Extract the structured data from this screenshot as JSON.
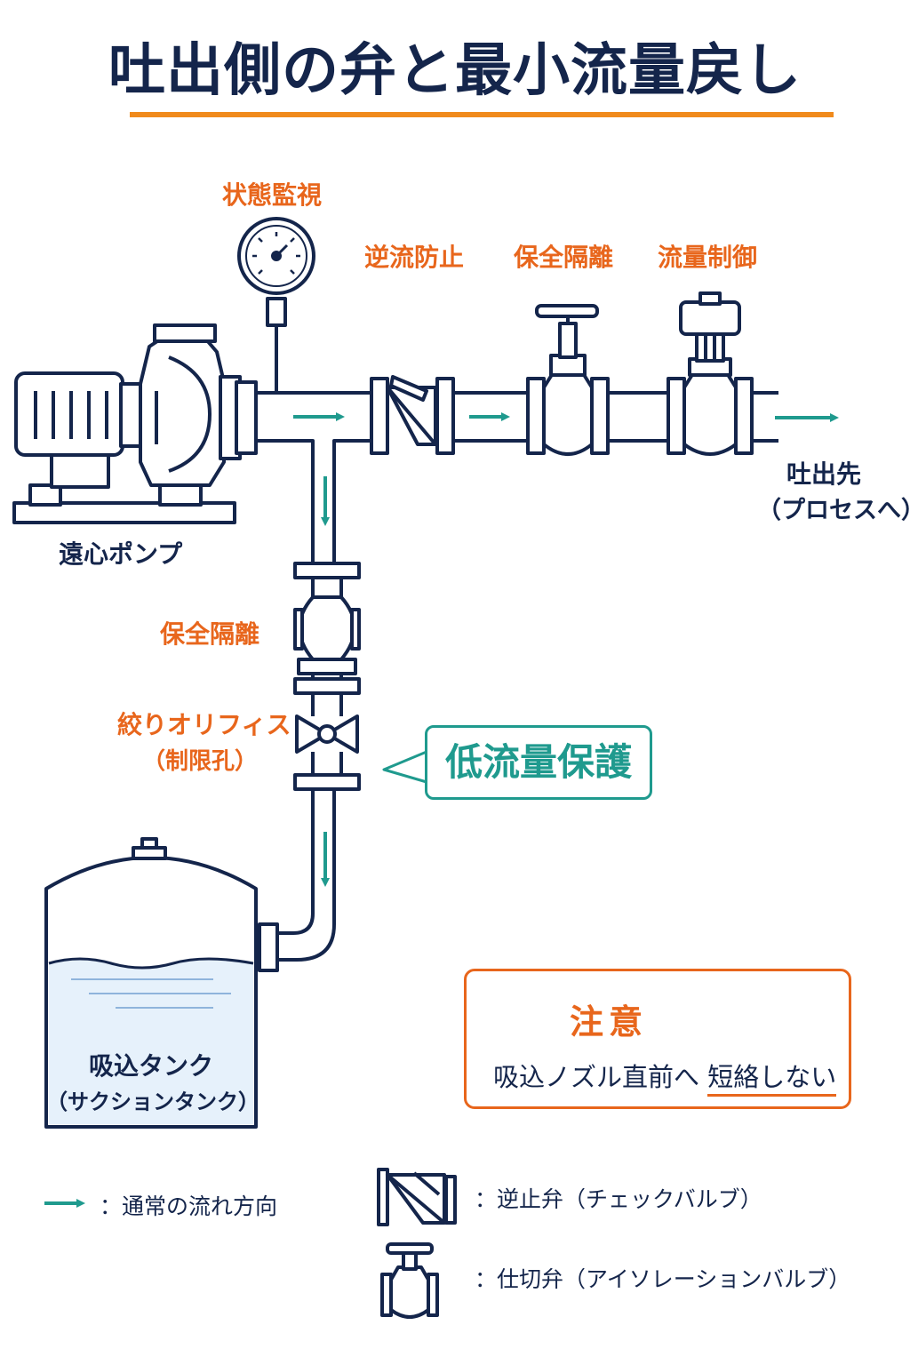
{
  "title": "吐出側の弁と最小流量戻し",
  "labels": {
    "monitoring": "状態監視",
    "backflow_prevention": "逆流防止",
    "isolation_main": "保全隔離",
    "flow_control": "流量制御",
    "pump": "遠心ポンプ",
    "discharge_dest": "吐出先",
    "discharge_dest_sub": "（プロセスへ）",
    "isolation_bypass": "保全隔離",
    "orifice": "絞りオリフィス",
    "orifice_sub": "（制限孔）",
    "tank": "吸込タンク",
    "tank_sub": "（サクションタンク）"
  },
  "callout": {
    "text": "低流量保護"
  },
  "caution": {
    "title": "注意",
    "text": "吸込ノズル直前へ",
    "emphasis": "短絡しない"
  },
  "legend": {
    "flow": "：通常の流れ方向",
    "check_valve": "：逆止弁（チェックバルブ）",
    "gate_valve": "：仕切弁（アイソレーションバルブ）"
  },
  "colors": {
    "navy": "#14254b",
    "orange": "#e8661c",
    "teal": "#1f9a8e",
    "water": "#e6f1fb"
  },
  "icons": [
    "pressure-gauge-icon",
    "check-valve-icon",
    "gate-valve-icon",
    "control-valve-icon",
    "flow-arrow-icon",
    "warning-icon"
  ]
}
